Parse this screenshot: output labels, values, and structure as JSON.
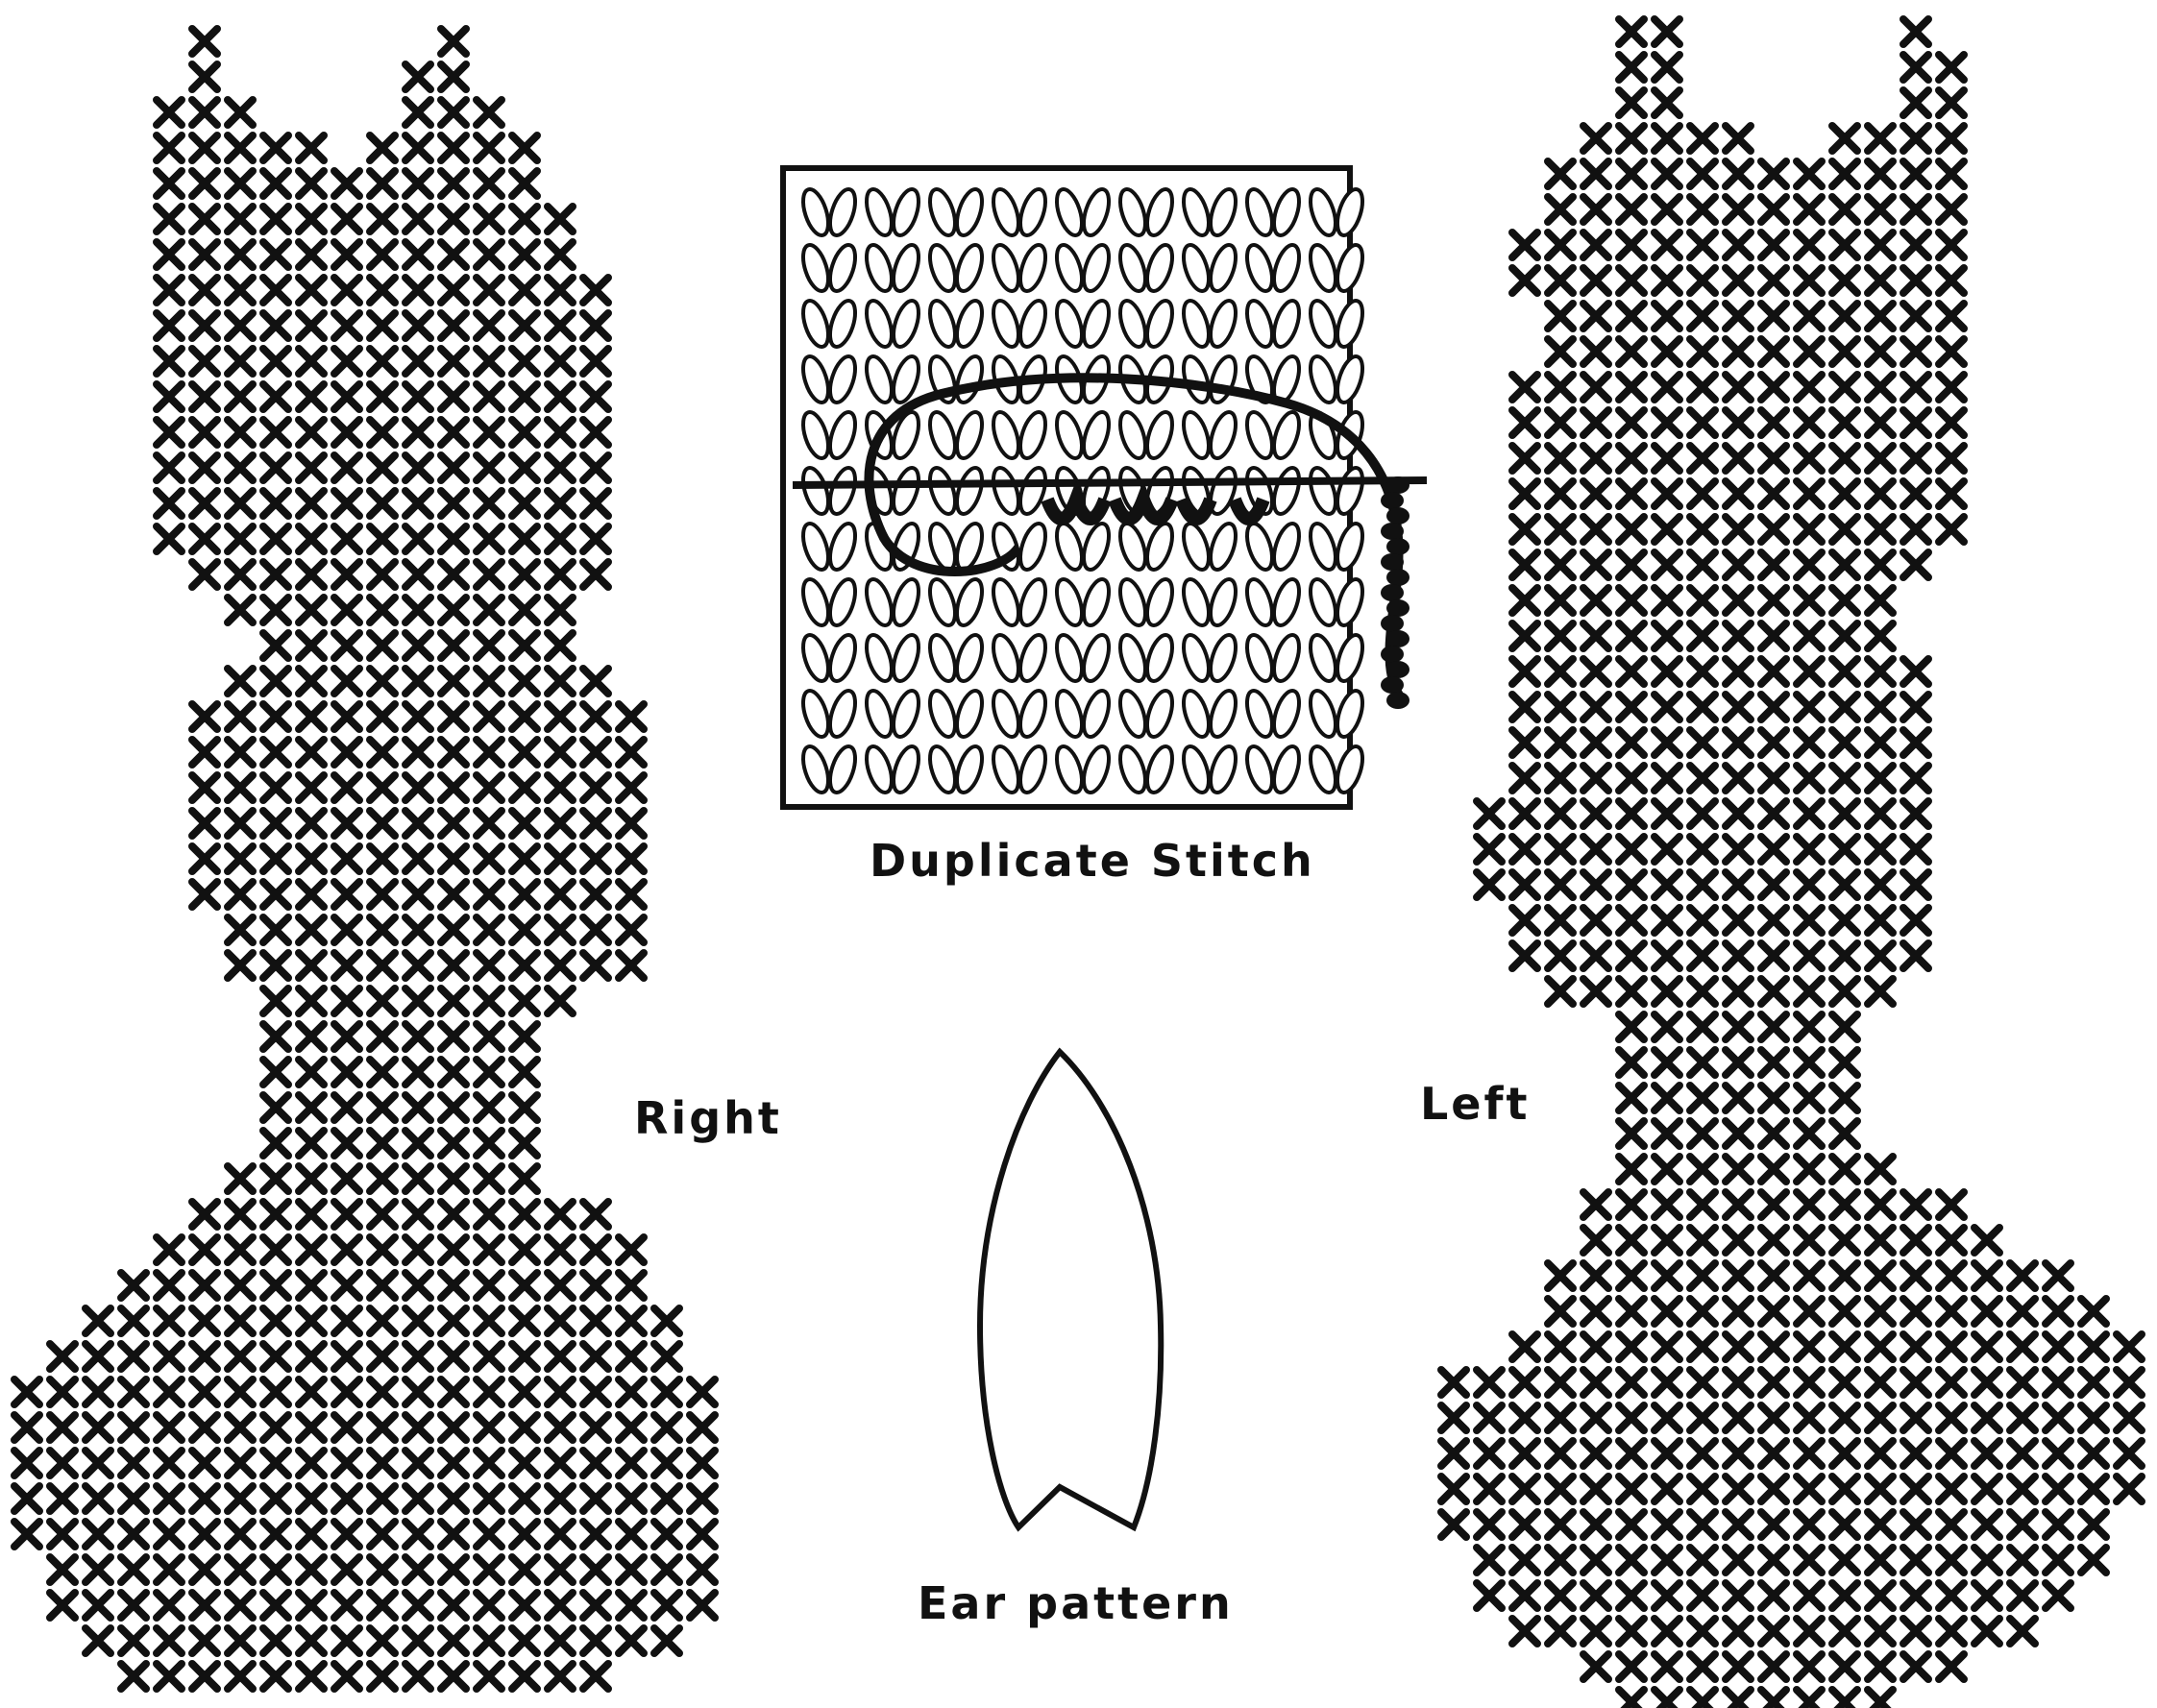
{
  "labels": {
    "duplicate_stitch": "Duplicate Stitch",
    "right": "Right",
    "left": "Left",
    "ear_pattern": "Ear pattern"
  },
  "colors": {
    "ink": "#111111",
    "paper": "#ffffff"
  }
}
